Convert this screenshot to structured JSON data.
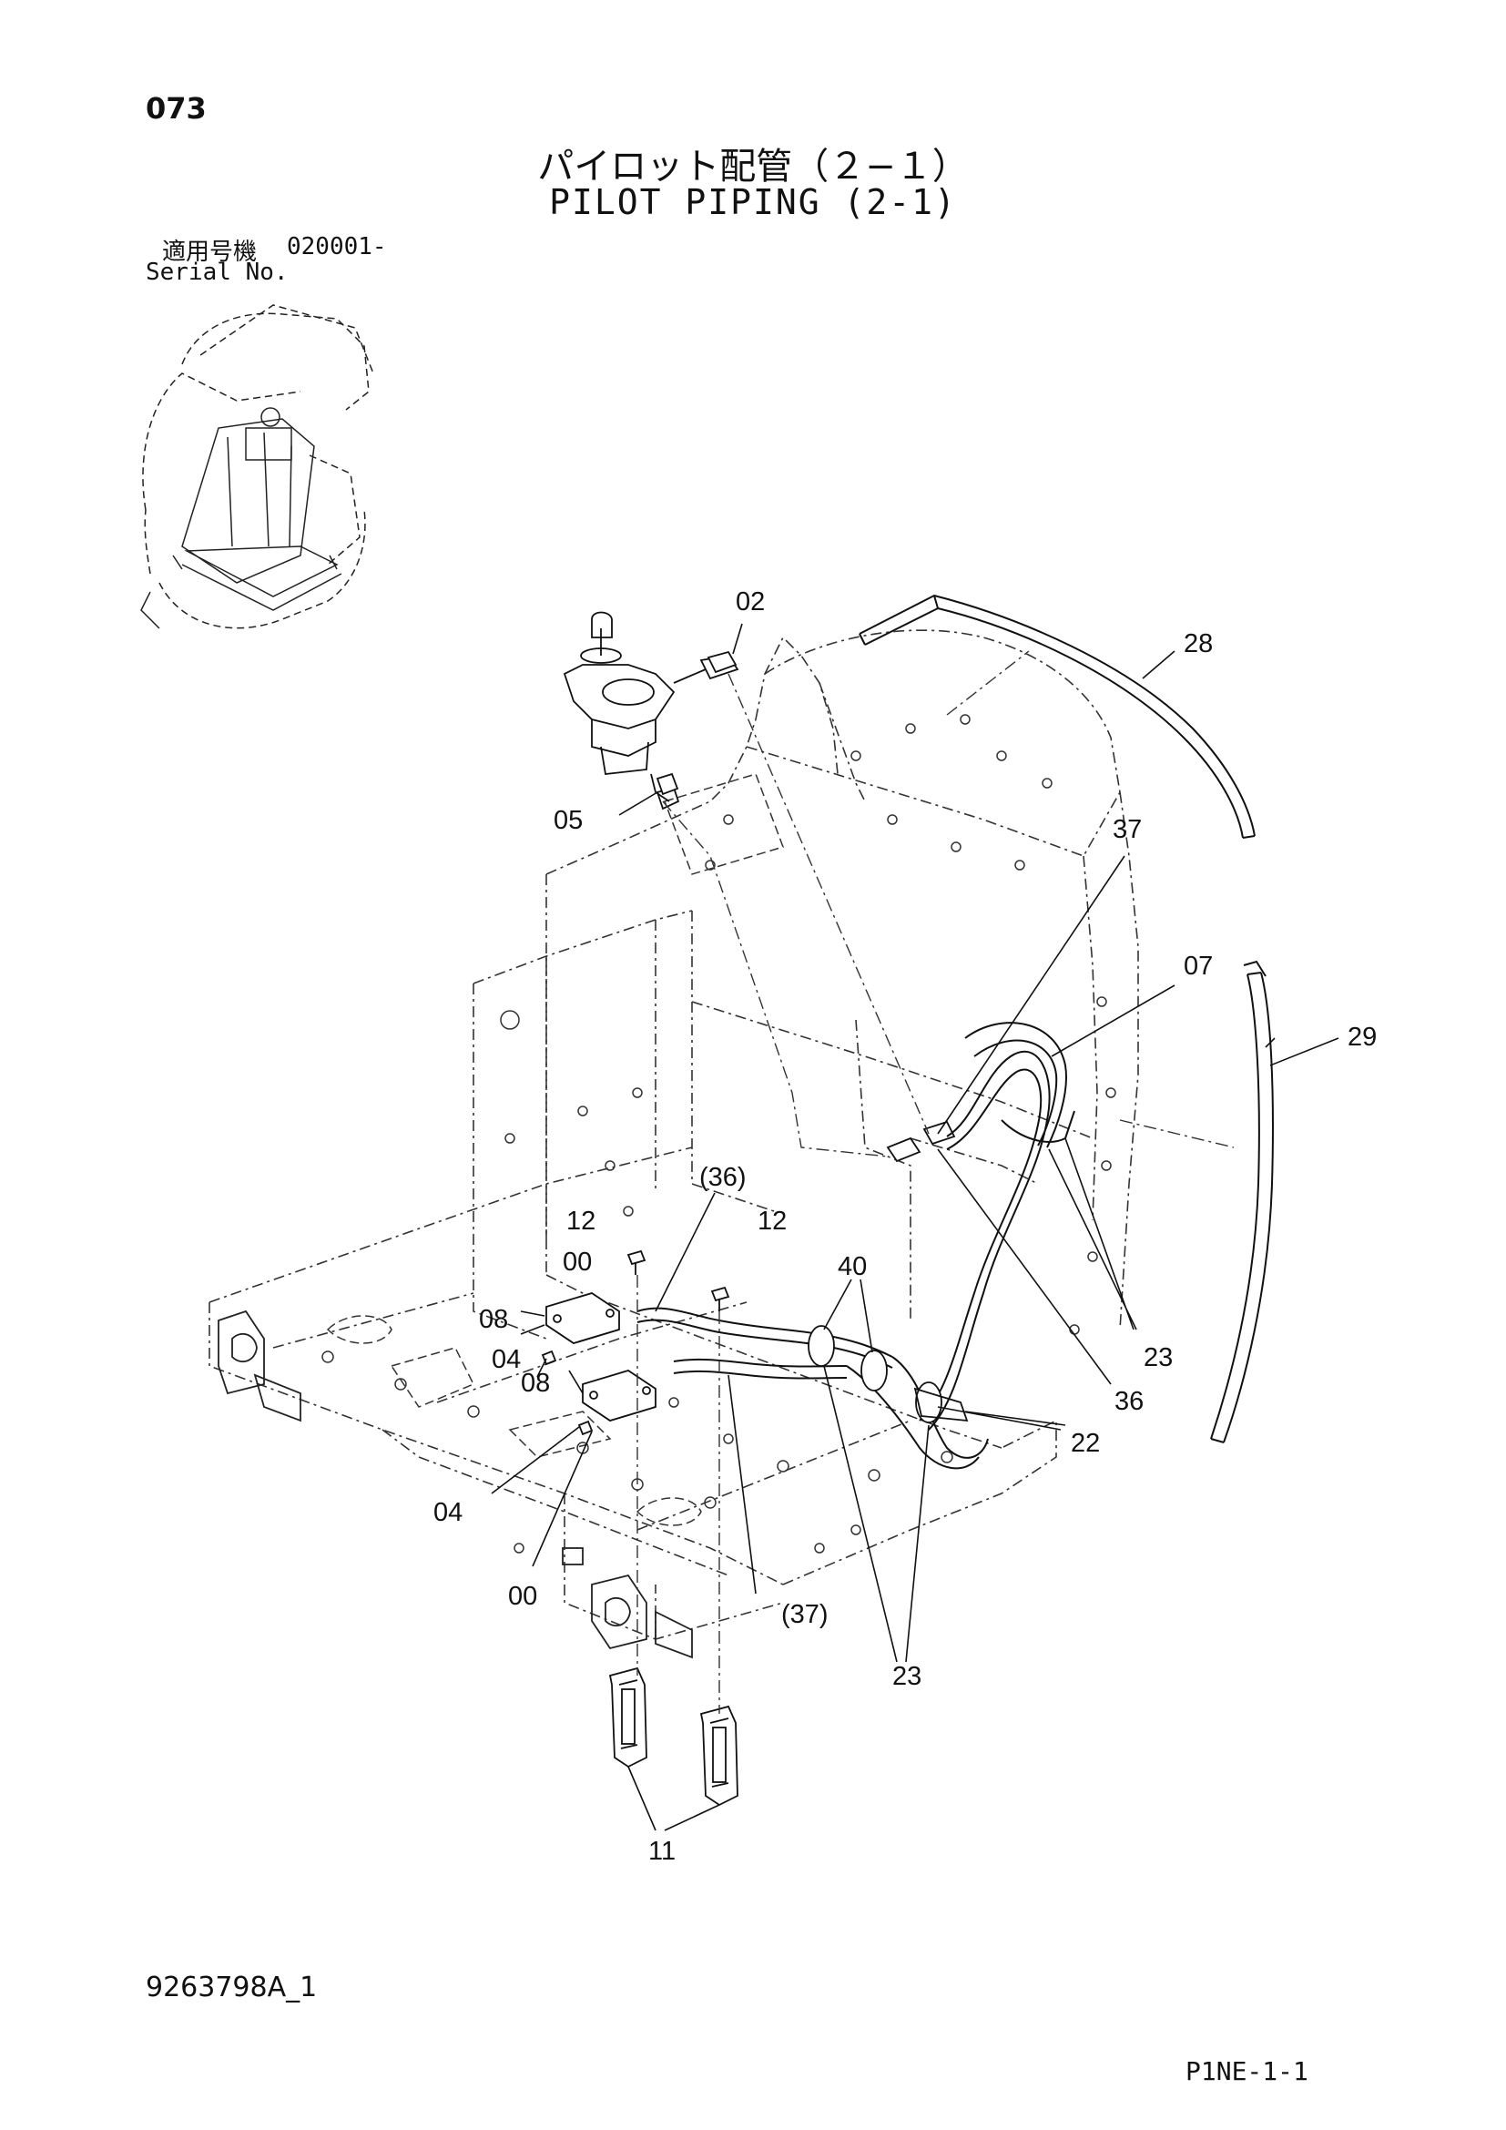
{
  "header": {
    "page_number": "073",
    "title_ja": "パイロット配管（２−１）",
    "title_en": "PILOT PIPING (2-1)",
    "serial_label_ja": "適用号機",
    "serial_value": "020001-",
    "serial_label_en": "Serial No."
  },
  "footer": {
    "drawing_number": "9263798A_1",
    "sheet_code": "P1NE-1-1"
  },
  "callouts": {
    "c02": "02",
    "c28": "28",
    "c05": "05",
    "c37": "37",
    "c07": "07",
    "c29": "29",
    "c36p": "(36)",
    "c12a": "12",
    "c12b": "12",
    "c00a": "00",
    "c08a": "08",
    "c04a": "04",
    "c08b": "08",
    "c40": "40",
    "c23a": "23",
    "c36": "36",
    "c22": "22",
    "c04b": "04",
    "c00b": "00",
    "c37p": "(37)",
    "c23b": "23",
    "c11": "11"
  }
}
